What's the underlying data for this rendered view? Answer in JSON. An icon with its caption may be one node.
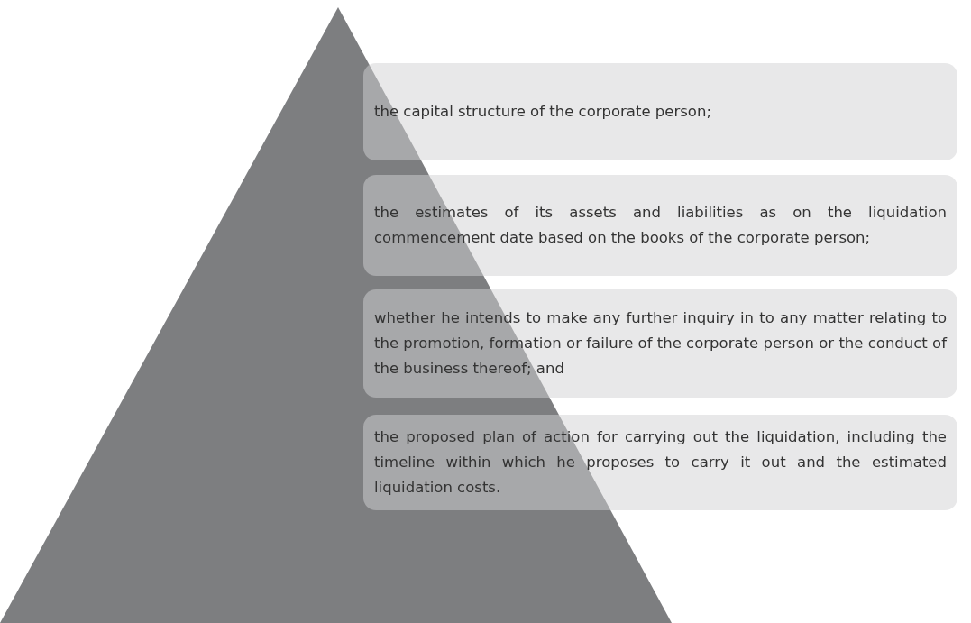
{
  "diagram": {
    "nodes": [
      {
        "text": [
          "the capital structure of the corporate person;"
        ]
      },
      {
        "text": [
          "the estimates of its assets and liabilities as on the liquidation commencement date based on the books of the corporate person;"
        ]
      },
      {
        "text": [
          "whether he intends to make any further inquiry in to any matter relating to the promotion, formation or failure of the corporate person or the conduct of the business thereof; and"
        ]
      },
      {
        "text": [
          "the proposed plan of action for carrying out the liquidation, including the timeline within which he proposes to carry it out and the estimated liquidation costs."
        ]
      }
    ]
  }
}
